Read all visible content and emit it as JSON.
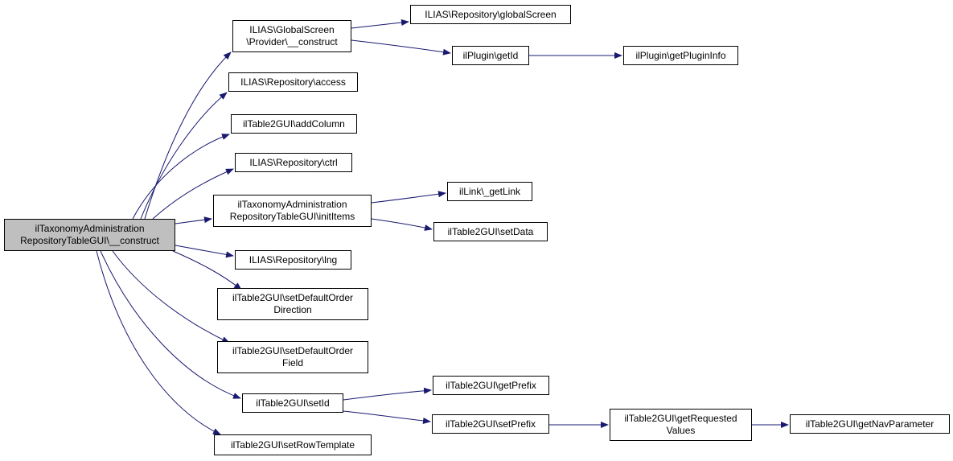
{
  "colors": {
    "edge": "#191970",
    "node_border": "#000000",
    "root_fill": "#bfbfbf",
    "node_fill": "#ffffff"
  },
  "nodes": {
    "root": "ilTaxonomyAdministration\nRepositoryTableGUI\\__construct",
    "gs_construct": "ILIAS\\GlobalScreen\n\\Provider\\__construct",
    "global_screen": "ILIAS\\Repository\\globalScreen",
    "plugin_getid": "ilPlugin\\getId",
    "plugin_info": "ilPlugin\\getPluginInfo",
    "repo_access": "ILIAS\\Repository\\access",
    "add_column": "ilTable2GUI\\addColumn",
    "repo_ctrl": "ILIAS\\Repository\\ctrl",
    "init_items": "ilTaxonomyAdministration\nRepositoryTableGUI\\initItems",
    "get_link": "ilLink\\_getLink",
    "set_data": "ilTable2GUI\\setData",
    "repo_lng": "ILIAS\\Repository\\lng",
    "order_direction": "ilTable2GUI\\setDefaultOrder\nDirection",
    "order_field": "ilTable2GUI\\setDefaultOrder\nField",
    "set_id": "ilTable2GUI\\setId",
    "get_prefix": "ilTable2GUI\\getPrefix",
    "set_prefix": "ilTable2GUI\\setPrefix",
    "requested_values": "ilTable2GUI\\getRequested\nValues",
    "nav_parameter": "ilTable2GUI\\getNavParameter",
    "row_template": "ilTable2GUI\\setRowTemplate"
  },
  "edges": [
    [
      "root",
      "gs_construct"
    ],
    [
      "root",
      "repo_access"
    ],
    [
      "root",
      "add_column"
    ],
    [
      "root",
      "repo_ctrl"
    ],
    [
      "root",
      "init_items"
    ],
    [
      "root",
      "repo_lng"
    ],
    [
      "root",
      "order_direction"
    ],
    [
      "root",
      "order_field"
    ],
    [
      "root",
      "set_id"
    ],
    [
      "root",
      "row_template"
    ],
    [
      "gs_construct",
      "global_screen"
    ],
    [
      "gs_construct",
      "plugin_getid"
    ],
    [
      "plugin_getid",
      "plugin_info"
    ],
    [
      "init_items",
      "get_link"
    ],
    [
      "init_items",
      "set_data"
    ],
    [
      "set_id",
      "get_prefix"
    ],
    [
      "set_id",
      "set_prefix"
    ],
    [
      "set_prefix",
      "requested_values"
    ],
    [
      "requested_values",
      "nav_parameter"
    ]
  ]
}
